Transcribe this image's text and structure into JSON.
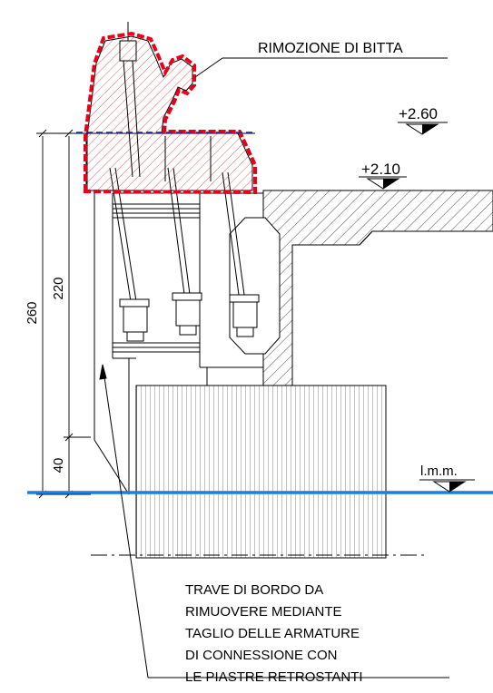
{
  "labels": {
    "removal_title": "RIMOZIONE DI BITTA",
    "elev_top": "+2.60",
    "elev_mid": "+2.10",
    "sea_level": "l.m.m.",
    "dim_total": "260",
    "dim_upper": "220",
    "dim_lower": "40"
  },
  "note_lines": [
    "TRAVE DI BORDO DA",
    "RIMUOVERE MEDIANTE",
    "TAGLIO DELLE ARMATURE",
    "DI CONNESSIONE CON",
    "LE PIASTRE RETROSTANTI"
  ],
  "colors": {
    "removal_outline": "#e8001a",
    "removal_hatch": "#e05050",
    "sea_line": "#1a7fe0",
    "reference_dashed": "#1a2fb0",
    "line": "#000000"
  }
}
